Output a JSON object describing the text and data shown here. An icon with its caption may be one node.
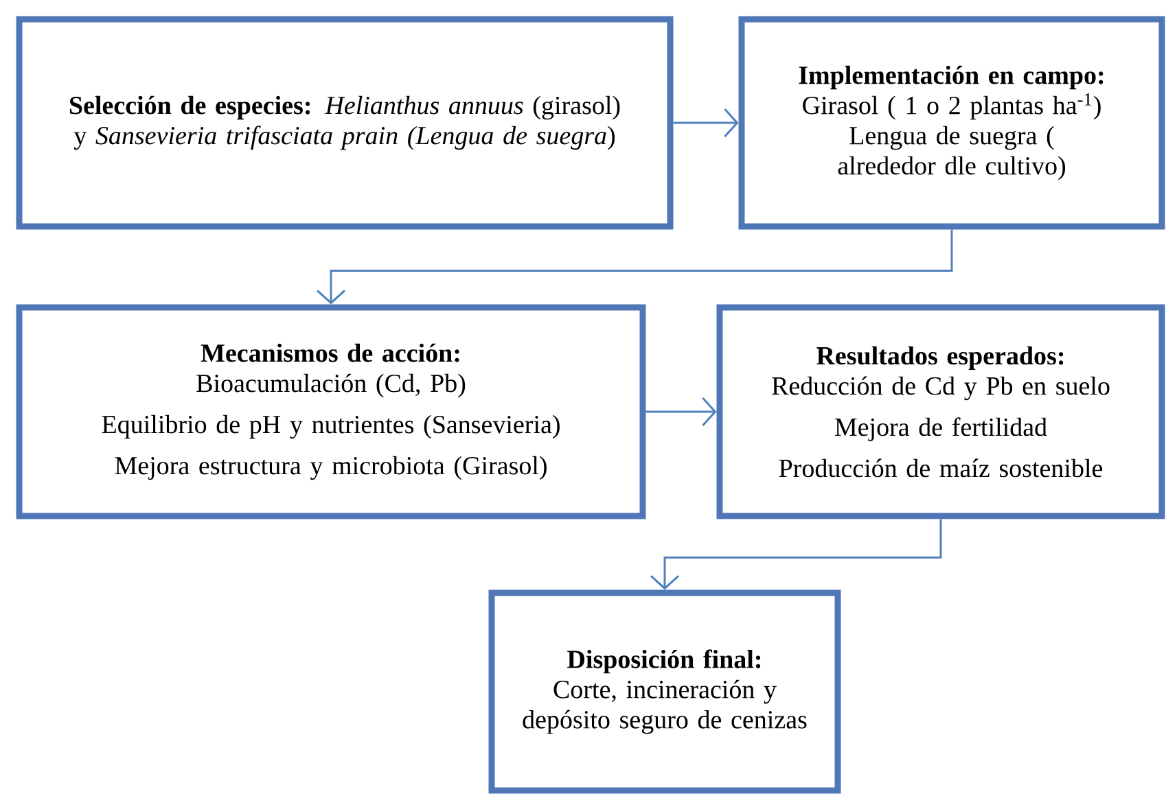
{
  "diagram": {
    "nodes": [
      {
        "text": [
          "**Selección de especies:** *Helianthus annuus* (girasol) y *Sansevieria trifasciata prain* *(Lengua de suegra*)"
        ]
      },
      {
        "text": [
          "Implementación en campo:",
          "Girasol ( 1 o 2 plantas ha$^{-1}$)",
          "Lengua de suegra ( alrededor dle cultivo)"
        ]
      },
      {
        "text": [
          "Mecanismos de acción:",
          "Bioacumulación (Cd, Pb)",
          "Equilibrio de pH y nutrientes (Sansevieria)",
          "Mejora estructura y microbiota (Girasol)"
        ]
      },
      {
        "text": [
          "Resultados esperados:",
          "Reducción de Cd y Pb en suelo",
          "Mejora de fertilidad",
          "Producción de maíz sostenible"
        ]
      },
      {
        "text": [
          "Disposición final:",
          "Corte, incineración y depósito seguro de cenizas"
        ]
      }
    ],
    "edges": [
      {
        "from": 0,
        "to": 1,
        "arrow": "to"
      },
      {
        "from": 1,
        "to": 2,
        "arrow": "to"
      },
      {
        "from": 2,
        "to": 3,
        "arrow": "to"
      },
      {
        "from": 3,
        "to": 4,
        "arrow": "to"
      }
    ]
  }
}
